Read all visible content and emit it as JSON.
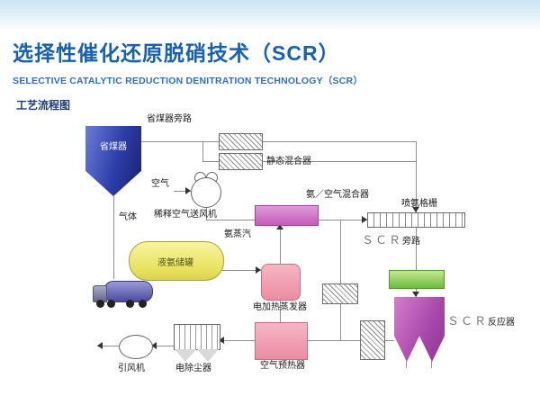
{
  "header": {
    "title": "选择性催化还原脱硝技术（SCR）",
    "subtitle": "SELECTIVE CATALYTIC REDUCTION DENITRATION TECHNOLOGY（SCR）",
    "section_label": "工艺流程图"
  },
  "diagram": {
    "nodes": {
      "economizer": "省煤器",
      "economizer_bypass": "省煤器旁路",
      "static_mixer": "静态混合器",
      "air": "空气",
      "dilution_air_fan": "稀释空气送风机",
      "gas": "气体",
      "ammonia_air_mixer": "氨／空气混合器",
      "ammonia_injection_grid": "喷氨格栅",
      "ammonia_vapor": "氨蒸汽",
      "liquid_ammonia_tank": "液氨储罐",
      "scr_bypass": {
        "prefix": "ＳＣＲ",
        "suffix": "旁路"
      },
      "scr_reactor": {
        "prefix": "ＳＣＲ",
        "suffix": "反应器"
      },
      "electric_evaporator": "电加热蒸发器",
      "air_preheater": "空气预热器",
      "esp": "电除尘器",
      "id_fan": "引风机"
    },
    "colors": {
      "title_blue": "#1660b6",
      "economizer": "#2c3da8",
      "ammonia_tank": "#e9e360",
      "ammonia_air_mixer": "#c45cbc",
      "flow_rectifier_green": "#6cbb3c",
      "scr_reactor": "#a848aa",
      "evaporator_pink": "#ec8ca2",
      "line_gray": "#909090"
    }
  }
}
